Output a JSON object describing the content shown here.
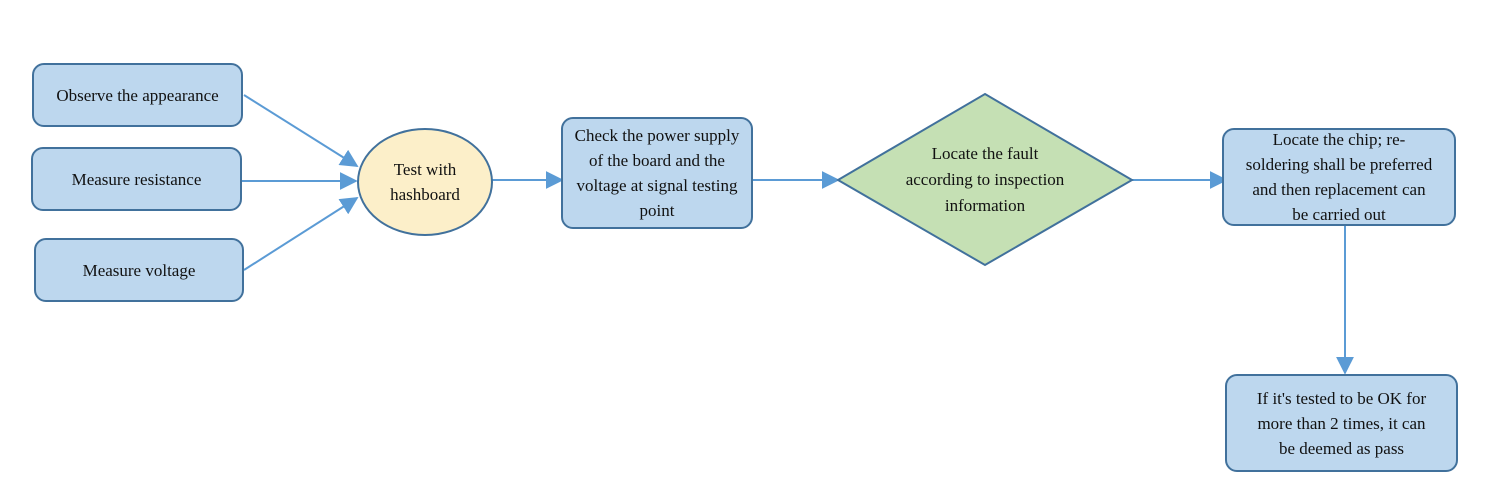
{
  "nodes": {
    "observe": "Observe the appearance",
    "resistance": "Measure resistance",
    "voltage": "Measure voltage",
    "hashboard_line1": "Test with",
    "hashboard_line2": "hashboard",
    "check_line1": "Check the power supply",
    "check_line2": "of the board and the",
    "check_line3": "voltage at signal testing",
    "check_line4": "point",
    "fault_line1": "Locate the fault",
    "fault_line2": "according to inspection",
    "fault_line3": "information",
    "chip_line1": "Locate the chip; re-",
    "chip_line2": "soldering shall be preferred",
    "chip_line3": "and then replacement can",
    "chip_line4": "be carried out",
    "pass_line1": "If it's tested to be OK for",
    "pass_line2": "more than 2 times, it can",
    "pass_line3": "be deemed as pass"
  },
  "colors": {
    "box_fill": "#bdd7ee",
    "ellipse_fill": "#fcefc9",
    "diamond_fill": "#c5e0b4",
    "border": "#41719c",
    "arrow": "#5b9bd5"
  }
}
